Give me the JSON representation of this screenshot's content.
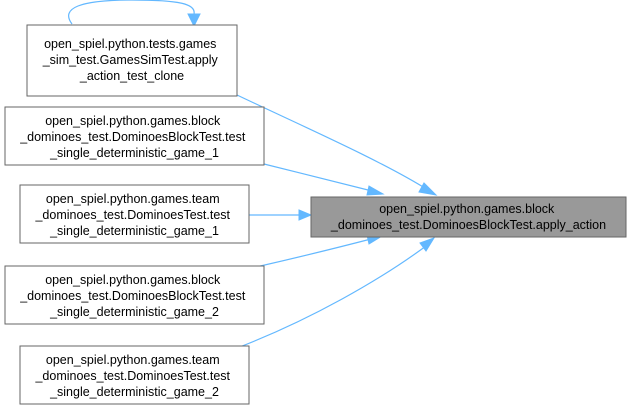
{
  "target": {
    "lines": [
      "open_spiel.python.games.block",
      "_dominoes_test.DominoesBlockTest.apply_action"
    ]
  },
  "callers": [
    {
      "lines": [
        "open_spiel.python.tests.games",
        "_sim_test.GamesSimTest.apply",
        "_action_test_clone"
      ],
      "self_call": true
    },
    {
      "lines": [
        "open_spiel.python.games.block",
        "_dominoes_test.DominoesBlockTest.test",
        "_single_deterministic_game_1"
      ]
    },
    {
      "lines": [
        "open_spiel.python.games.team",
        "_dominoes_test.DominoesTest.test",
        "_single_deterministic_game_1"
      ]
    },
    {
      "lines": [
        "open_spiel.python.games.block",
        "_dominoes_test.DominoesBlockTest.test",
        "_single_deterministic_game_2"
      ]
    },
    {
      "lines": [
        "open_spiel.python.games.team",
        "_dominoes_test.DominoesTest.test",
        "_single_deterministic_game_2"
      ]
    }
  ],
  "colors": {
    "edge": "#63b8ff",
    "node_border": "#666666",
    "target_fill": "#999999",
    "node_fill": "#ffffff"
  }
}
